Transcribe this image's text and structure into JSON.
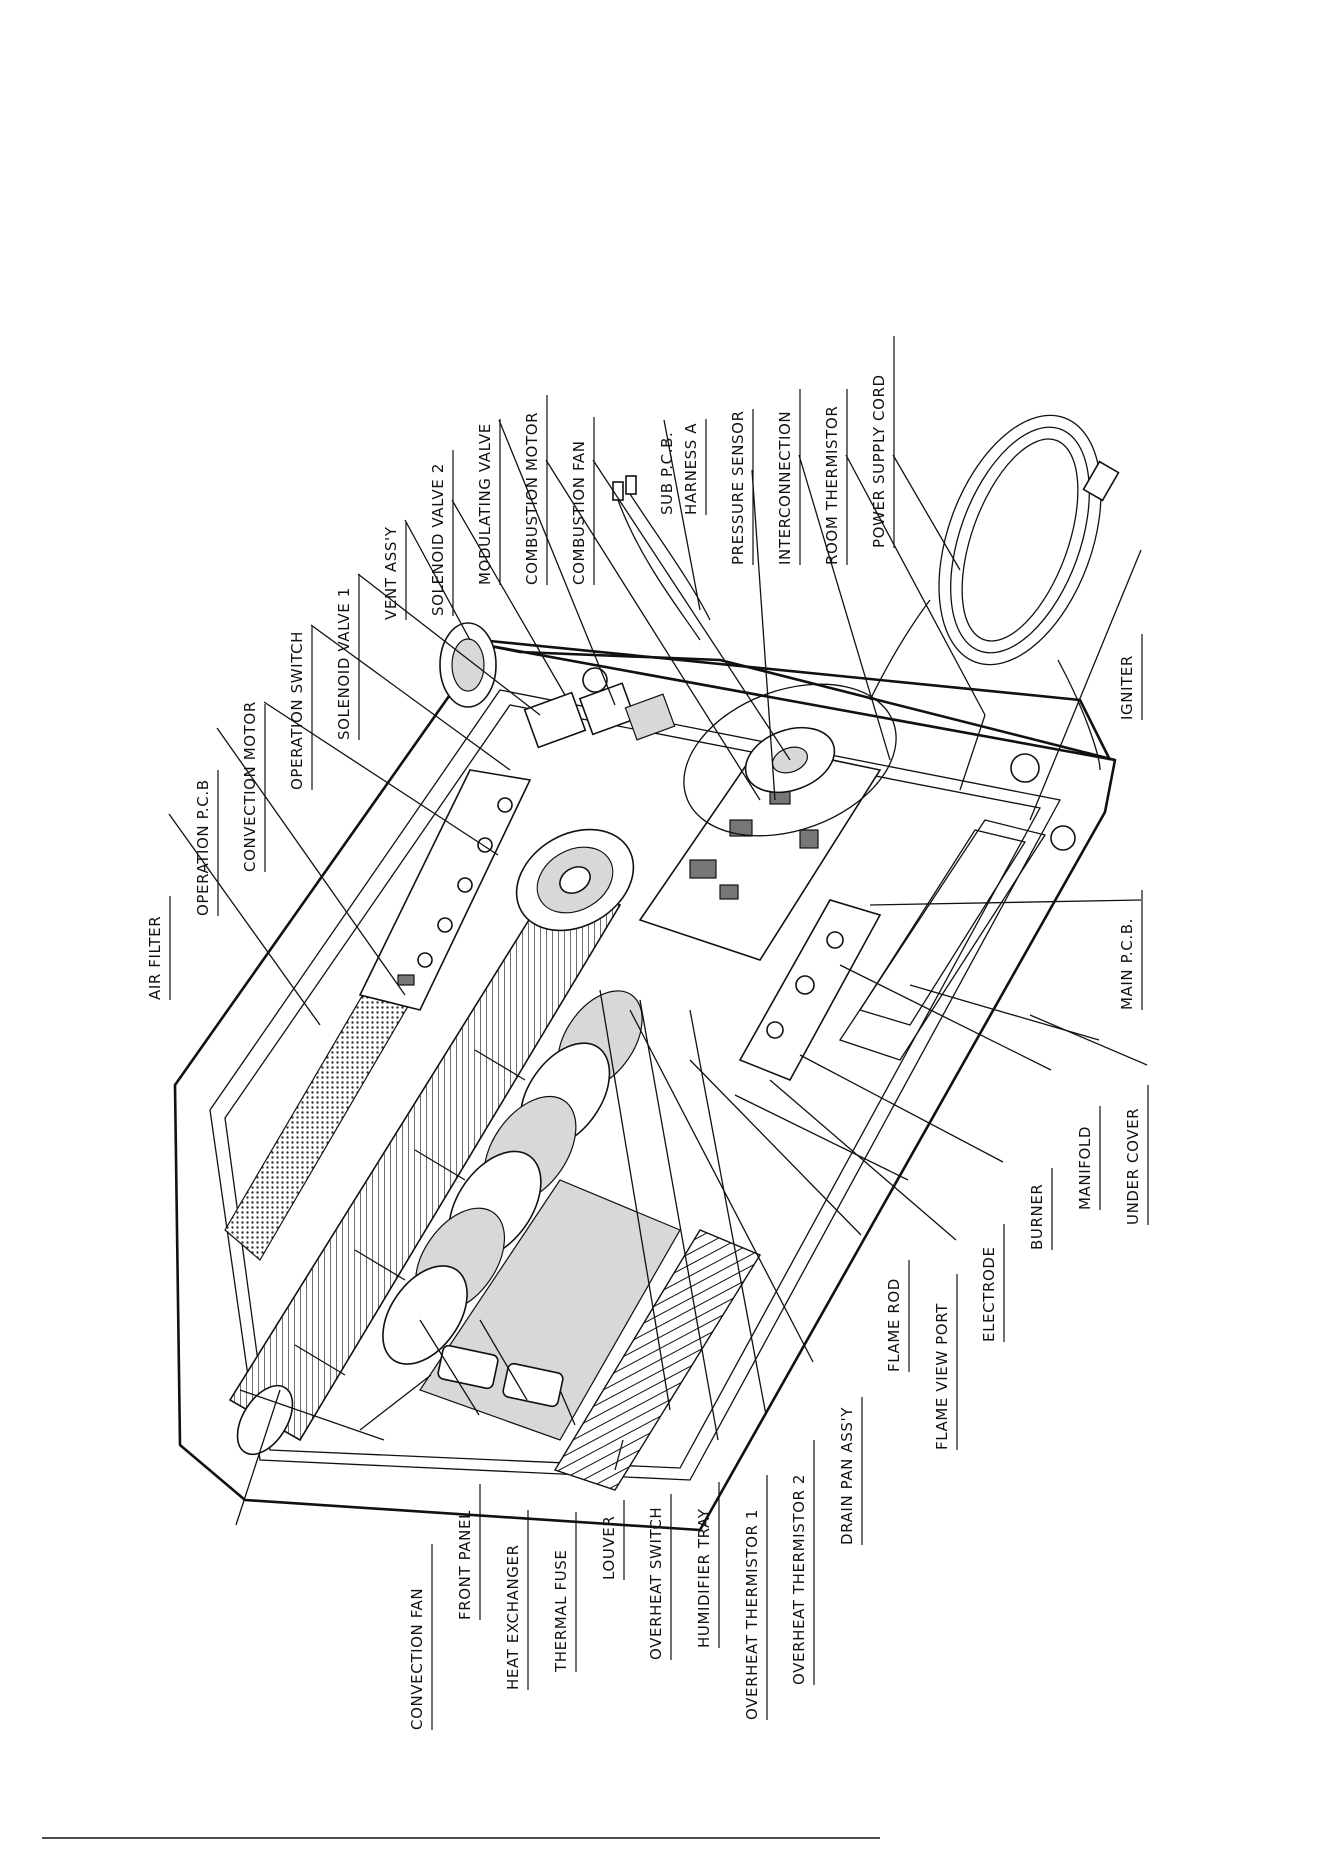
{
  "labels": {
    "air_filter": "AIR FILTER",
    "operation_pcb": "OPERATION P.C.B",
    "convection_motor": "CONVECTION MOTOR",
    "operation_switch": "OPERATION SWITCH",
    "solenoid_valve_1": "SOLENOID VALVE 1",
    "vent_assy": "VENT ASS'Y",
    "solenoid_valve_2": "SOLENOID VALVE 2",
    "modulating_valve": "MODULATING VALVE",
    "combustion_motor": "COMBUSTION MOTOR",
    "combustion_fan": "COMBUSTION FAN",
    "sub_pcb": "SUB P.C.B.",
    "harness_a": "HARNESS A",
    "pressure_sensor": "PRESSURE SENSOR",
    "interconnection": "INTERCONNECTION",
    "room_thermistor": "ROOM THERMISTOR",
    "power_supply_cord": "POWER SUPPLY CORD",
    "igniter": "IGNITER",
    "main_pcb": "MAIN P.C.B.",
    "under_cover": "UNDER COVER",
    "manifold": "MANIFOLD",
    "burner": "BURNER",
    "electrode": "ELECTRODE",
    "flame_view_port": "FLAME VIEW PORT",
    "flame_rod": "FLAME ROD",
    "drain_pan_assy": "DRAIN PAN ASS'Y",
    "overheat_thermistor_2": "OVERHEAT THERMISTOR 2",
    "overheat_thermistor_1": "OVERHEAT THERMISTOR 1",
    "humidifier_tray": "HUMIDIFIER TRAY",
    "overheat_switch": "OVERHEAT SWITCH",
    "louver": "LOUVER",
    "thermal_fuse": "THERMAL FUSE",
    "heat_exchanger": "HEAT EXCHANGER",
    "front_panel": "FRONT PANEL",
    "convection_fan": "CONVECTION FAN"
  }
}
